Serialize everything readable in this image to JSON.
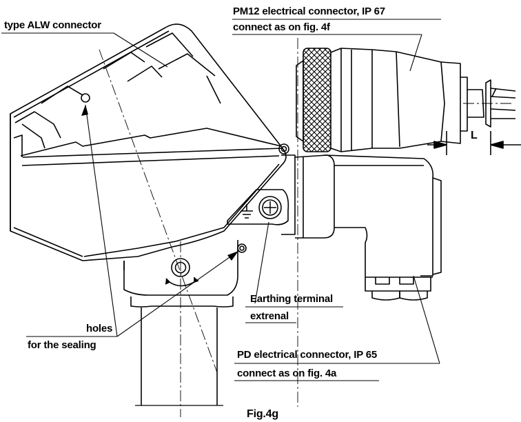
{
  "labels": {
    "alw": "type ALW connector",
    "pm12_line1": "PM12 electrical connector, IP 67",
    "pm12_line2": "connect as on fig. 4f",
    "earth_line1": "Earthing terminal",
    "earth_line2": "extrenal",
    "holes_line1": "holes",
    "holes_line2": "for the sealing",
    "pd_line1": "PD electrical connector, IP 65",
    "pd_line2": "connect as on fig. 4a",
    "fig": "Fig.4g",
    "dim_l": "L"
  }
}
